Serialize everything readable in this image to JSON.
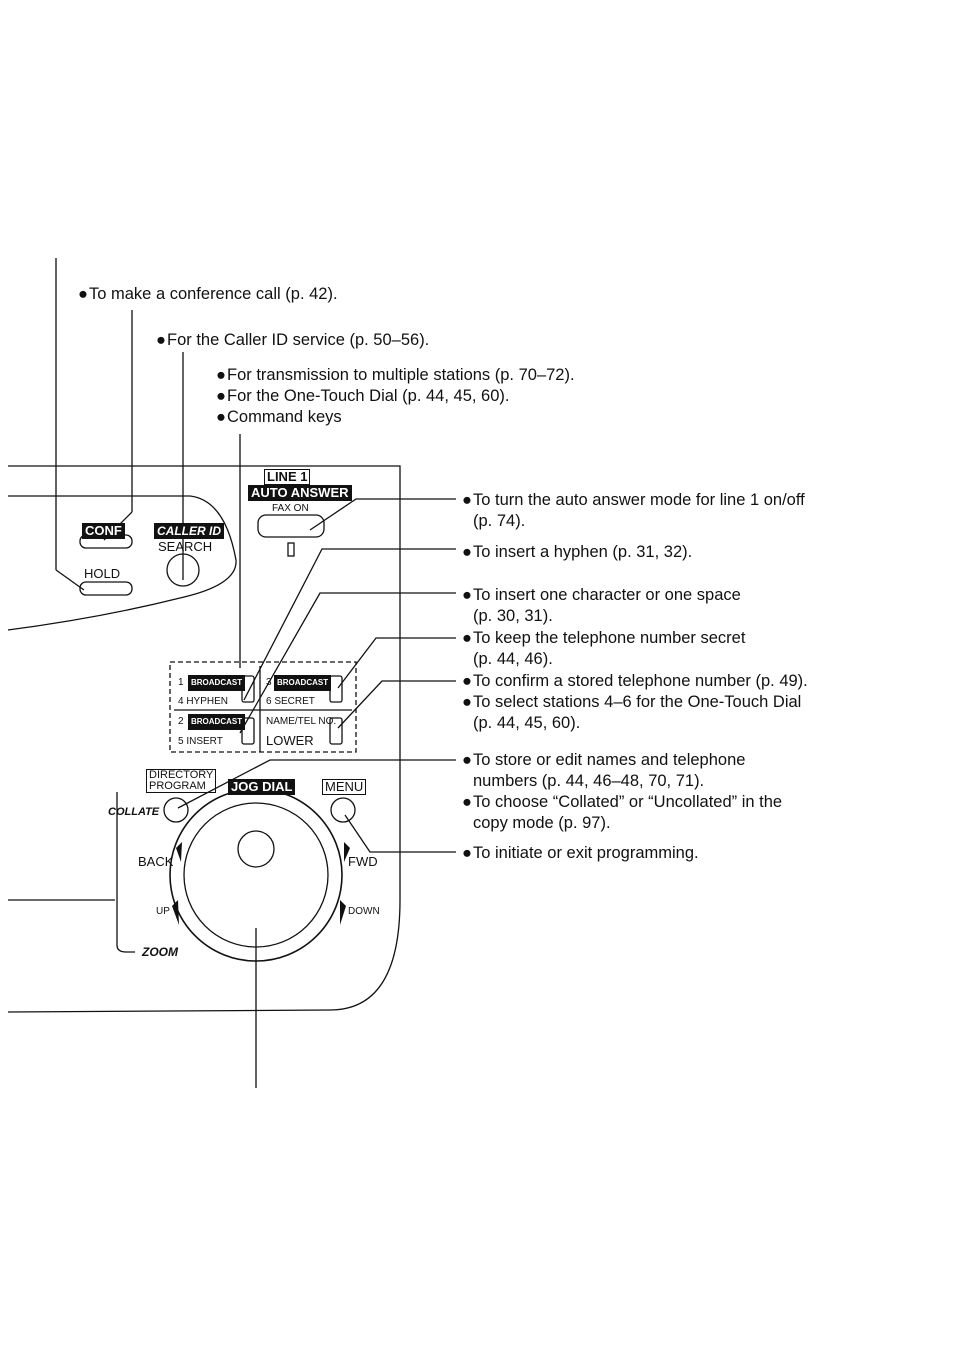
{
  "top_notes": [
    "To make a conference call (p. 42).",
    "For the Caller ID service (p. 50–56).",
    "For transmission to multiple stations (p. 70–72).",
    "For the One-Touch Dial (p. 44, 45, 60).",
    "Command keys"
  ],
  "right_notes": [
    {
      "l1": "To turn the auto answer mode for line 1 on/off",
      "l2": "(p. 74)."
    },
    {
      "l1": "To insert a hyphen (p. 31, 32).",
      "l2": ""
    },
    {
      "l1": "To insert one character or one space",
      "l2": "(p. 30, 31)."
    },
    {
      "l1": "To keep the telephone number secret",
      "l2": "(p. 44, 46)."
    },
    {
      "l1": "To confirm a stored telephone number (p. 49).",
      "l2": ""
    },
    {
      "l1": "To select stations 4–6 for the One-Touch Dial",
      "l2": "(p. 44, 45, 60)."
    },
    {
      "l1": "To store or edit names and telephone",
      "l2": "numbers (p. 44, 46–48, 70, 71)."
    },
    {
      "l1": "To choose “Collated” or “Uncollated” in the",
      "l2": "copy mode (p. 97)."
    },
    {
      "l1": "To initiate or exit programming.",
      "l2": ""
    }
  ],
  "panel": {
    "conf": "CONF",
    "hold": "HOLD",
    "caller_id": "CALLER ID",
    "search": "SEARCH",
    "line1": "LINE 1",
    "auto_answer": "AUTO ANSWER",
    "fax_on": "FAX ON",
    "k1_num": "1",
    "k1_tag": "BROADCAST",
    "k1_sub": "4 HYPHEN",
    "k3_num": "3",
    "k3_tag": "BROADCAST",
    "k3_sub": "6 SECRET",
    "k2_num": "2",
    "k2_tag": "BROADCAST",
    "k2_sub": "5 INSERT",
    "k4_tag": "NAME/TEL NO.",
    "k4_sub": "LOWER",
    "directory": "DIRECTORY",
    "program": "PROGRAM",
    "collate": "COLLATE",
    "jog_dial": "JOG DIAL",
    "menu": "MENU",
    "back": "BACK",
    "fwd": "FWD",
    "up": "UP",
    "down": "DOWN",
    "zoom": "ZOOM"
  },
  "bullet": "●"
}
